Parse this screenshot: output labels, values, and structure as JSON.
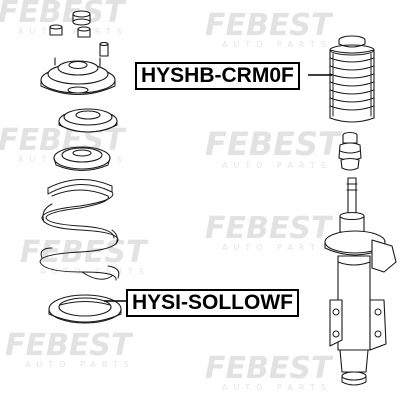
{
  "watermark": {
    "brand": "FEBEST",
    "tagline": "AUTO PARTS"
  },
  "labels": [
    {
      "text": "HYSHB-CRM0F"
    },
    {
      "text": "HYSI-SOLLOWF"
    }
  ]
}
